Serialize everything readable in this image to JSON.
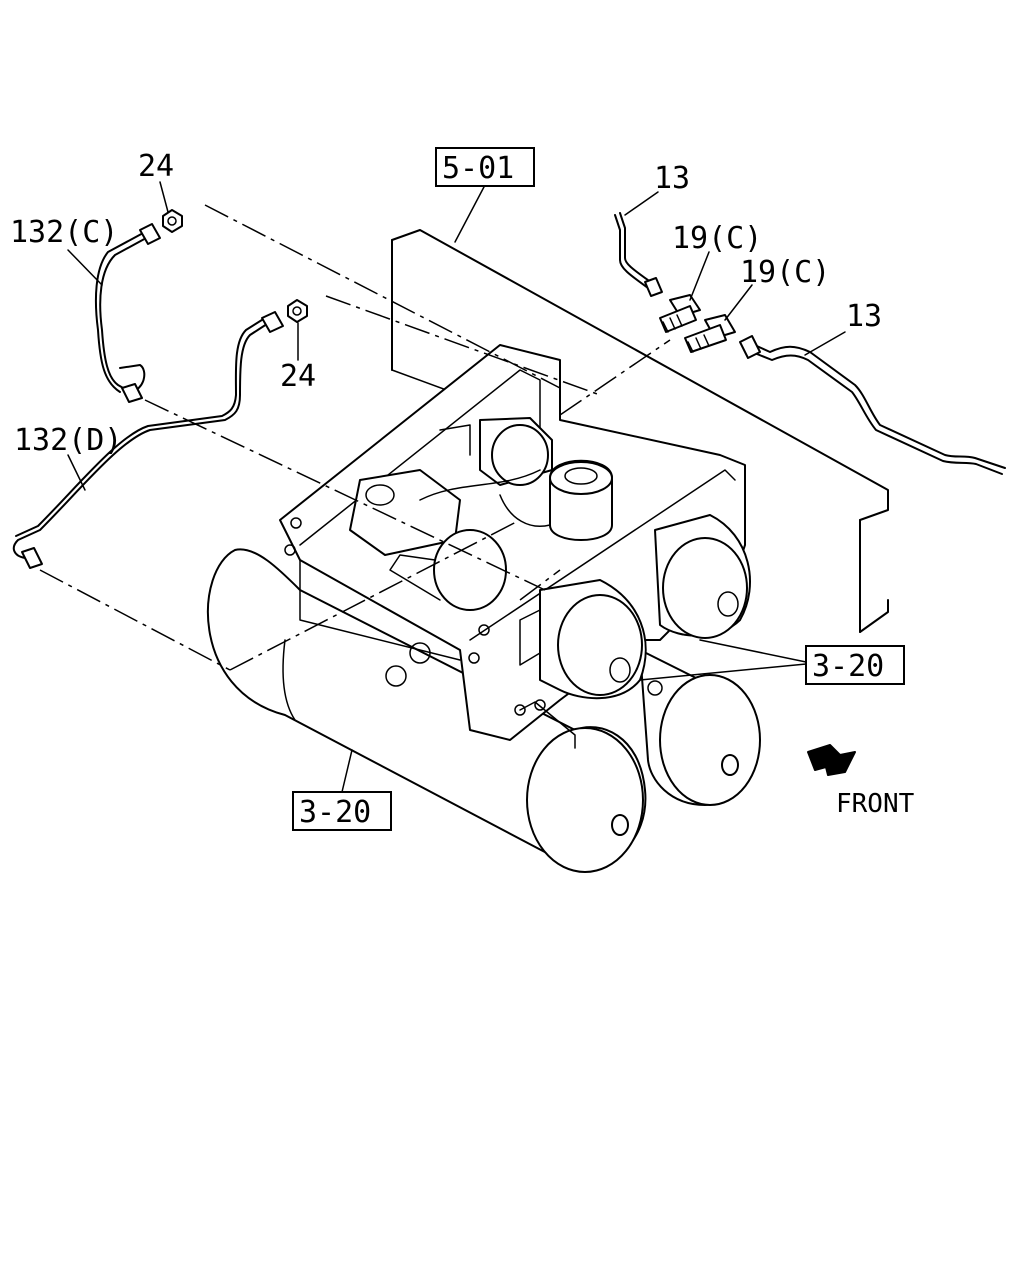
{
  "labels": {
    "ref_5_01": "5-01",
    "part_13_top": "13",
    "part_13_right": "13",
    "part_19c_left": "19(C)",
    "part_19c_right": "19(C)",
    "part_24_top": "24",
    "part_24_mid": "24",
    "part_132c": "132(C)",
    "part_132d": "132(D)",
    "ref_3_20_right": "3-20",
    "ref_3_20_bottom": "3-20",
    "front": "FRONT"
  },
  "colors": {
    "ink": "#000000",
    "paper": "#ffffff"
  },
  "icons": {
    "front_arrow": "front-direction-arrow-icon"
  }
}
